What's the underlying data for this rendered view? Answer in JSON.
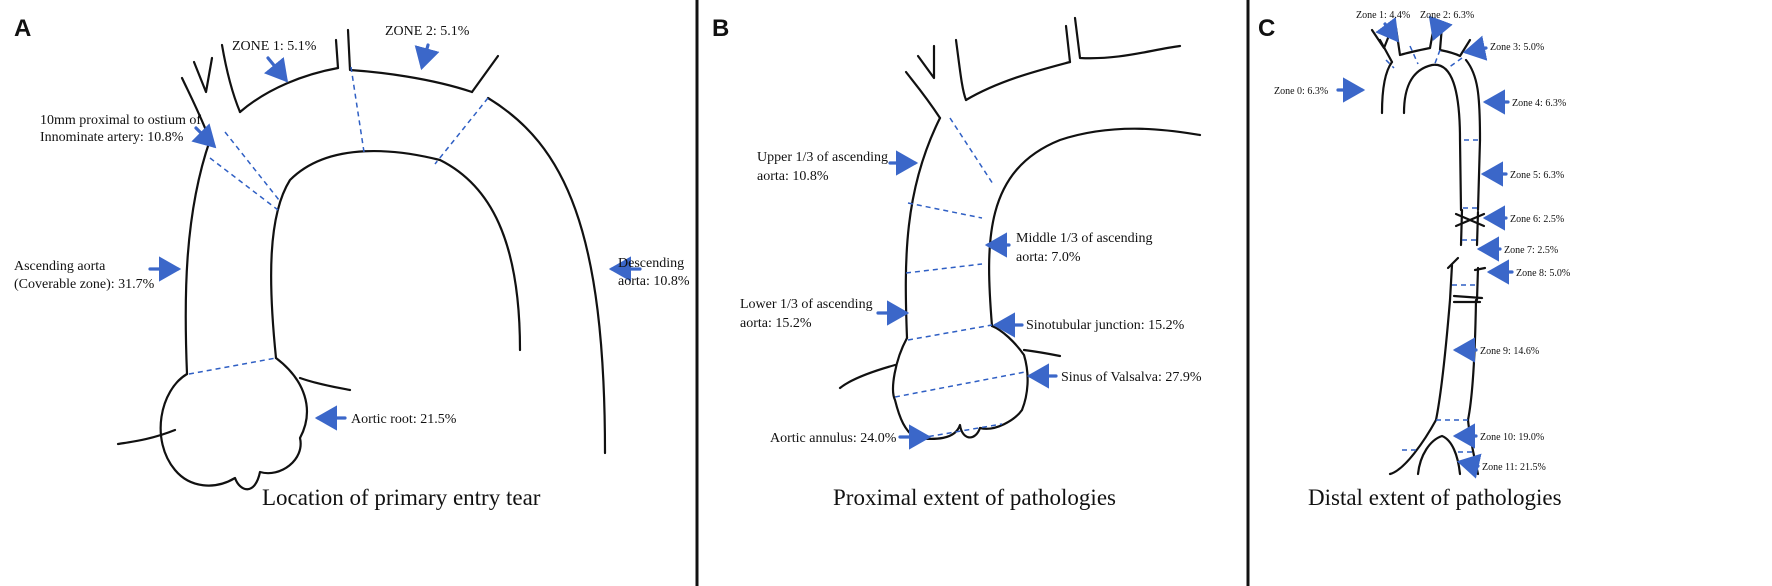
{
  "colors": {
    "arrow": "#3b67c9",
    "dashed_line": "#2f5fc4",
    "vessel_outline": "#111111"
  },
  "panels": {
    "a": {
      "letter": "A",
      "caption": "Location of primary entry tear",
      "labels": {
        "zone1": "ZONE 1: 5.1%",
        "zone2": "ZONE  2:  5.1%",
        "proximal_line1": "10mm proximal to ostium of",
        "proximal_line2": "Innominate artery: 10.8%",
        "ascending_line1": "Ascending aorta",
        "ascending_line2": "(Coverable zone): 31.7%",
        "descending_line1": "Descending",
        "descending_line2": "aorta: 10.8%",
        "aortic_root": "Aortic root: 21.5%"
      }
    },
    "b": {
      "letter": "B",
      "caption": "Proximal extent of pathologies",
      "labels": {
        "upper_line1": "Upper 1/3 of ascending",
        "upper_line2": "aorta: 10.8%",
        "middle_line1": "Middle 1/3 of ascending",
        "middle_line2": "aorta: 7.0%",
        "lower_line1": "Lower 1/3 of ascending",
        "lower_line2": "aorta: 15.2%",
        "sinotubular": "Sinotubular junction: 15.2%",
        "valsalva": "Sinus of Valsalva: 27.9%",
        "annulus": "Aortic annulus: 24.0%"
      }
    },
    "c": {
      "letter": "C",
      "caption": "Distal extent of pathologies",
      "labels": {
        "zone1": "Zone 1: 4.4%",
        "zone2": "Zone 2: 6.3%",
        "zone3": "Zone 3: 5.0%",
        "zone0": "Zone 0: 6.3%",
        "zone4": "Zone 4: 6.3%",
        "zone5": "Zone 5: 6.3%",
        "zone6": "Zone 6: 2.5%",
        "zone7": "Zone 7: 2.5%",
        "zone8": "Zone 8: 5.0%",
        "zone9": "Zone 9: 14.6%",
        "zone10": "Zone 10: 19.0%",
        "zone11": "Zone 11: 21.5%"
      }
    }
  }
}
